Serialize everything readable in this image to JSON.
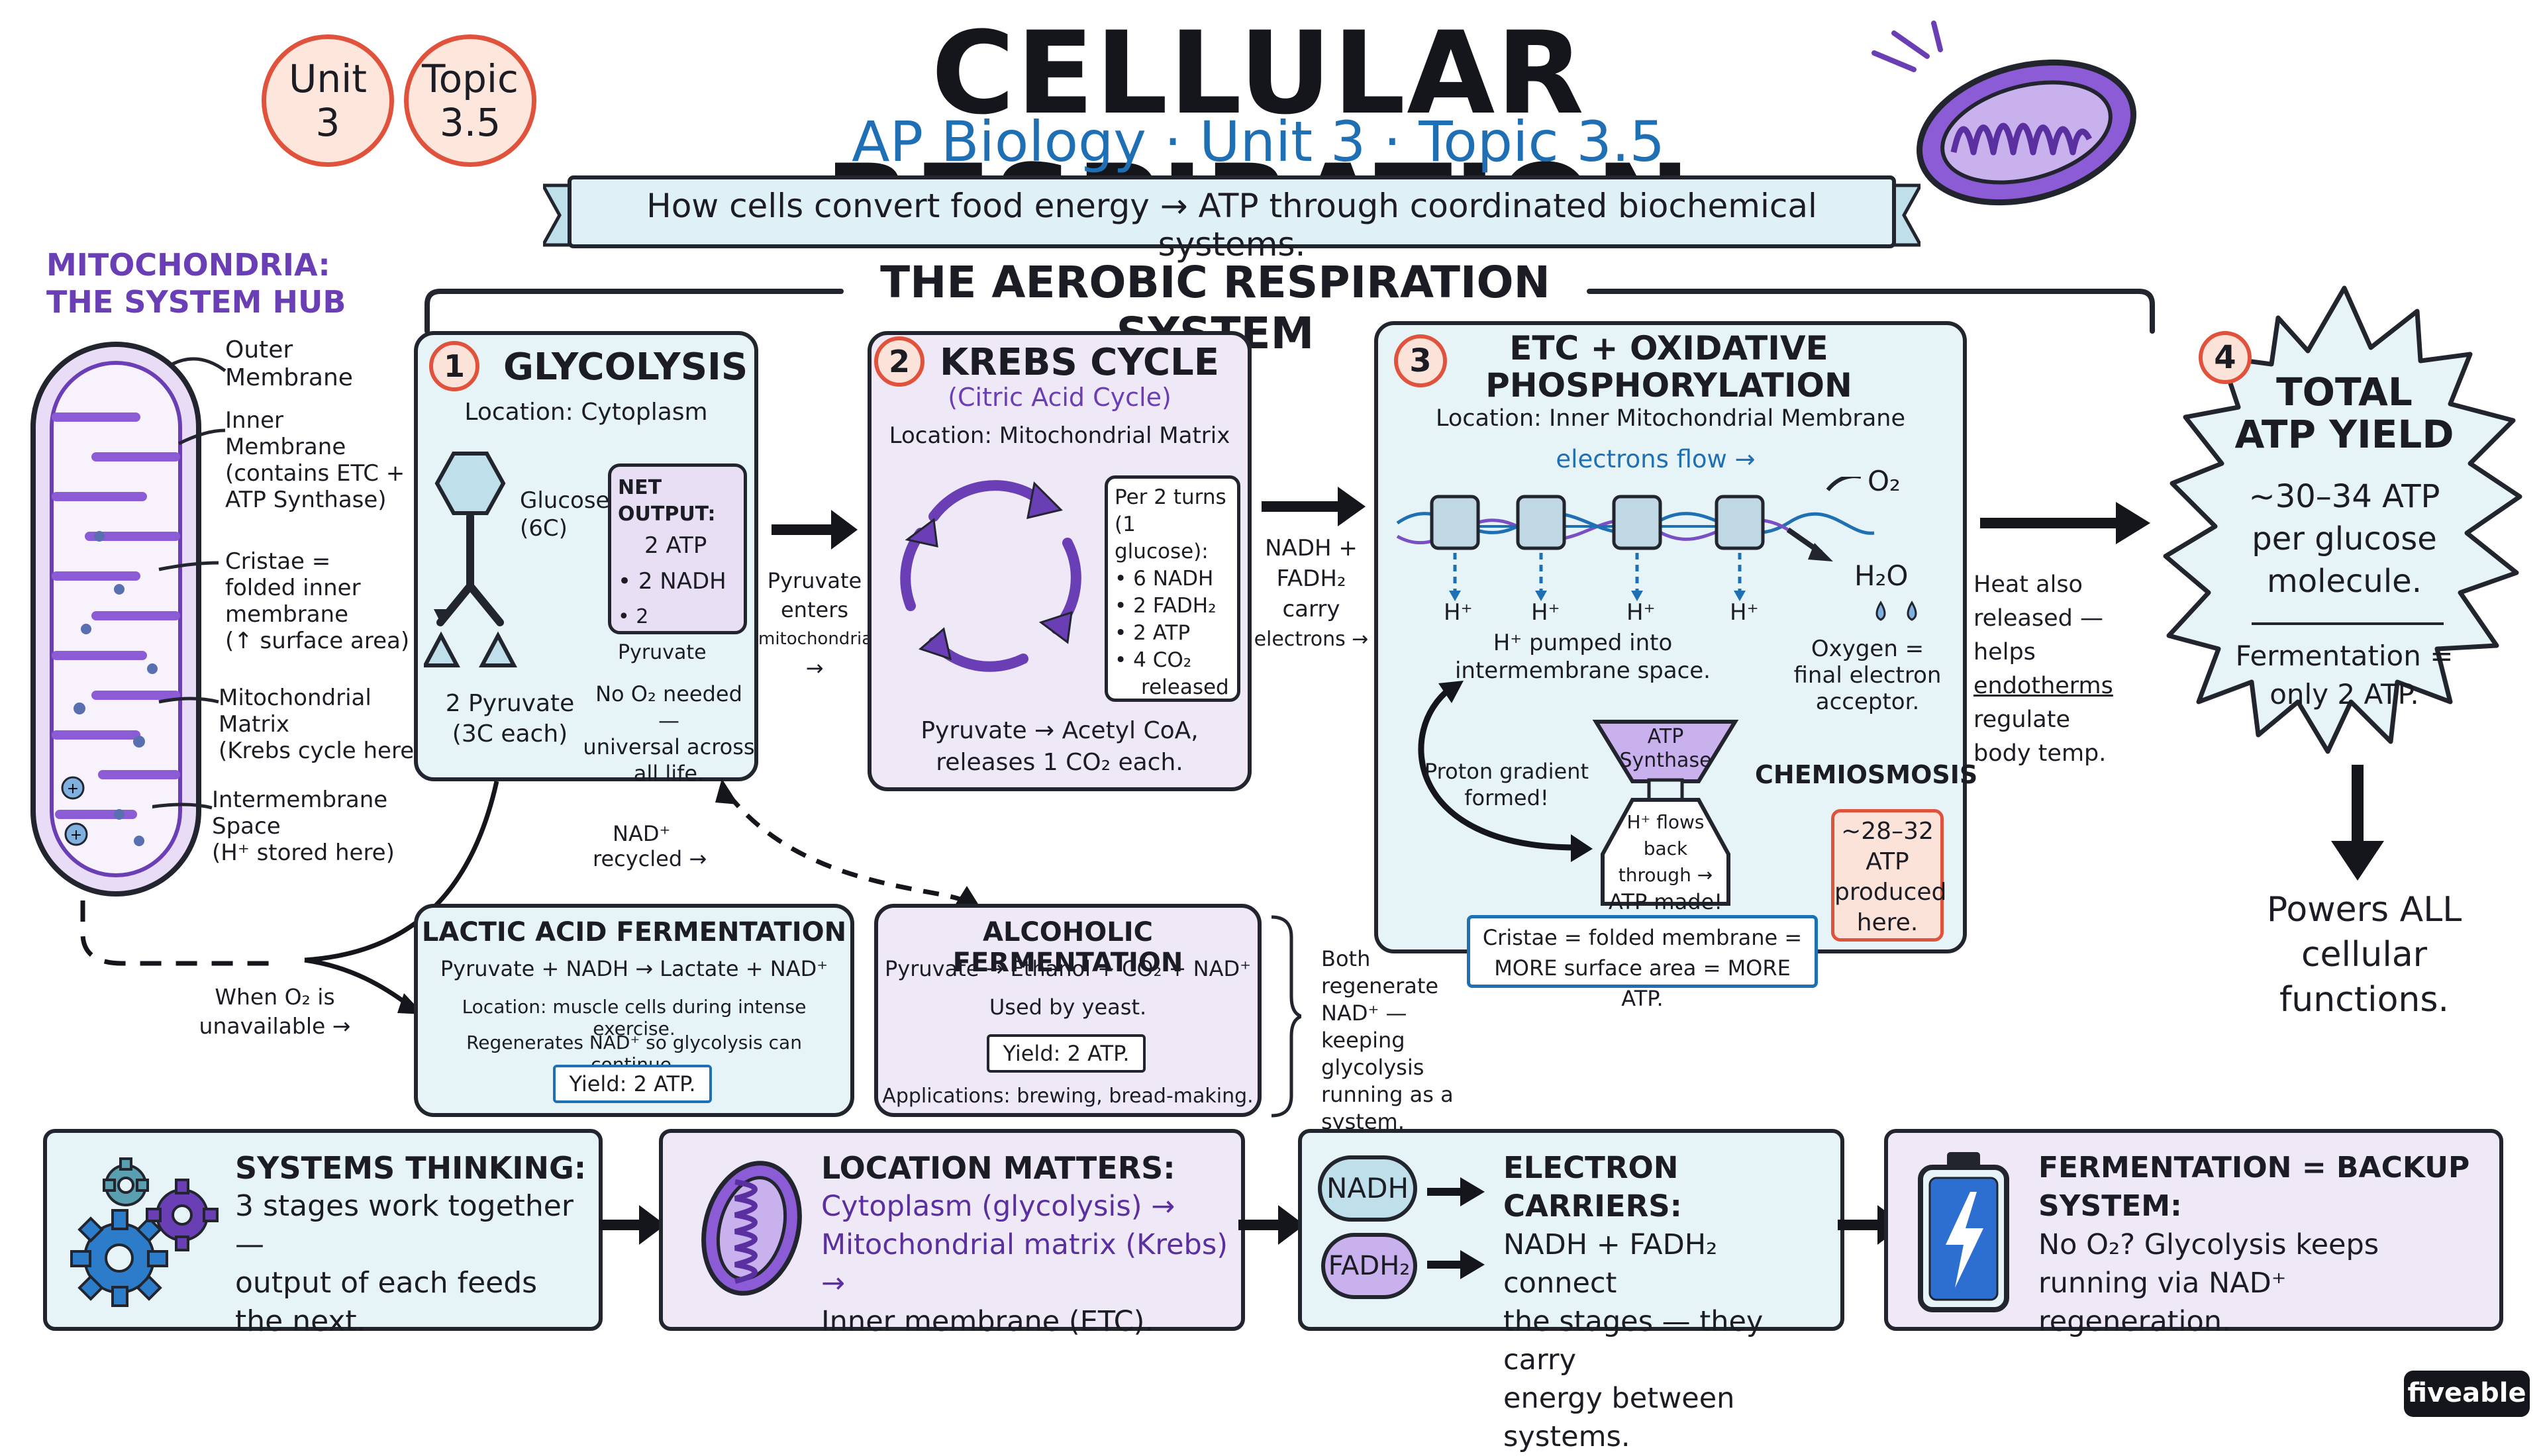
{
  "header": {
    "badge_unit": [
      "Unit",
      "3"
    ],
    "badge_topic": [
      "Topic",
      "3.5"
    ],
    "title": "CELLULAR RESPIRATION",
    "subtitle": "AP Biology · Unit 3 · Topic 3.5",
    "banner": "How cells convert food energy → ATP through coordinated biochemical systems."
  },
  "system_label": "THE AEROBIC RESPIRATION SYSTEM",
  "mito": {
    "title": [
      "MITOCHONDRIA:",
      "THE SYSTEM HUB"
    ],
    "labels": {
      "outer": [
        "Outer",
        "Membrane"
      ],
      "inner": [
        "Inner",
        "Membrane",
        "(contains ETC +",
        "ATP Synthase)"
      ],
      "cristae": [
        "Cristae =",
        "folded inner",
        "membrane",
        "(↑ surface area)"
      ],
      "matrix": [
        "Mitochondrial",
        "Matrix",
        "(Krebs cycle here)"
      ],
      "intermembrane": [
        "Intermembrane",
        "Space",
        "(H⁺ stored here)"
      ]
    }
  },
  "glycolysis": {
    "num": "1",
    "title": "GLYCOLYSIS",
    "location": "Location: Cytoplasm",
    "glucose": [
      "Glucose",
      "(6C)"
    ],
    "pyruvate": [
      "2 Pyruvate",
      "(3C each)"
    ],
    "net_output_title": "NET OUTPUT:",
    "net_output": [
      "2 ATP",
      "• 2 NADH",
      "• 2 Pyruvate"
    ],
    "note": [
      "No O₂ needed —",
      "universal across",
      "all life."
    ]
  },
  "arrow1_text": [
    "Pyruvate",
    "enters",
    "mitochondria",
    "→"
  ],
  "krebs": {
    "num": "2",
    "title": "KREBS CYCLE",
    "subtitle": "(Citric Acid Cycle)",
    "location": "Location: Mitochondrial Matrix",
    "per_turns": [
      "Per 2 turns",
      "(1 glucose):",
      "• 6 NADH",
      "• 2 FADH₂",
      "• 2 ATP",
      "• 4 CO₂",
      "released"
    ],
    "note": [
      "Pyruvate → Acetyl CoA,",
      "releases 1 CO₂ each."
    ]
  },
  "arrow2_text": [
    "NADH +",
    "FADH₂",
    "carry",
    "electrons →"
  ],
  "etc": {
    "num": "3",
    "title": [
      "ETC + OXIDATIVE",
      "PHOSPHORYLATION"
    ],
    "location": "Location: Inner Mitochondrial Membrane",
    "electrons_flow": "electrons flow →",
    "o2": "O₂",
    "h2o": "H₂O",
    "h_labels": [
      "H⁺",
      "H⁺",
      "H⁺",
      "H⁺"
    ],
    "pumped": [
      "H⁺ pumped into",
      "intermembrane space."
    ],
    "oxygen": [
      "Oxygen =",
      "final electron",
      "acceptor."
    ],
    "gradient": [
      "Proton gradient",
      "formed!"
    ],
    "synthase": [
      "ATP",
      "Synthase"
    ],
    "flows_back": [
      "H⁺ flows back",
      "through →",
      "ATP made!"
    ],
    "chemiosmosis": "CHEMIOSMOSIS",
    "produced": [
      "~28–32",
      "ATP",
      "produced",
      "here."
    ],
    "cristae_note": [
      "Cristae = folded membrane =",
      "MORE surface area = MORE ATP."
    ]
  },
  "heat_text": [
    "Heat also",
    "released —",
    "helps",
    "endotherms",
    "regulate",
    "body temp."
  ],
  "total": {
    "num": "4",
    "title": [
      "TOTAL",
      "ATP YIELD"
    ],
    "yield": [
      "~30–34 ATP",
      "per glucose",
      "molecule."
    ],
    "fermentation": [
      "Fermentation =",
      "only 2 ATP."
    ]
  },
  "powers": [
    "Powers ALL",
    "cellular",
    "functions."
  ],
  "nad_recycled": [
    "NAD⁺",
    "recycled →"
  ],
  "when_o2": [
    "When O₂ is",
    "unavailable →"
  ],
  "lactic": {
    "title": "LACTIC ACID FERMENTATION",
    "equation": "Pyruvate + NADH → Lactate + NAD⁺",
    "location": "Location: muscle cells during intense exercise.",
    "regen": "Regenerates NAD⁺ so glycolysis can continue.",
    "yield": "Yield: 2 ATP."
  },
  "alcoholic": {
    "title": "ALCOHOLIC FERMENTATION",
    "equation": "Pyruvate → Ethanol + CO₂ + NAD⁺",
    "used": "Used by yeast.",
    "yield": "Yield: 2 ATP.",
    "apps": "Applications: brewing, bread-making."
  },
  "both_regen": [
    "Both",
    "regenerate",
    "NAD⁺ —",
    "keeping",
    "glycolysis",
    "running as a",
    "system."
  ],
  "bottom": [
    {
      "title": "SYSTEMS THINKING:",
      "text": [
        "3 stages work together —",
        "output of each feeds",
        "the next."
      ]
    },
    {
      "title": "LOCATION MATTERS:",
      "text": [
        "Cytoplasm (glycolysis) →",
        "Mitochondrial matrix (Krebs) →",
        "Inner membrane (ETC)."
      ]
    },
    {
      "title": "ELECTRON CARRIERS:",
      "text": [
        "NADH + FADH₂ connect",
        "the stages — they carry",
        "energy between systems."
      ],
      "pills": [
        "NADH",
        "FADH₂"
      ]
    },
    {
      "title": "FERMENTATION = BACKUP SYSTEM:",
      "text": [
        "No O₂? Glycolysis keeps",
        "running via NAD⁺",
        "regeneration."
      ]
    }
  ],
  "brand": "fiveable",
  "colors": {
    "blue_card": "#e6f4f8",
    "purple_card": "#efe8f7",
    "accent_purple": "#6a3fb5",
    "accent_blue": "#1f6fb5",
    "badge_red": "#e0523c"
  }
}
